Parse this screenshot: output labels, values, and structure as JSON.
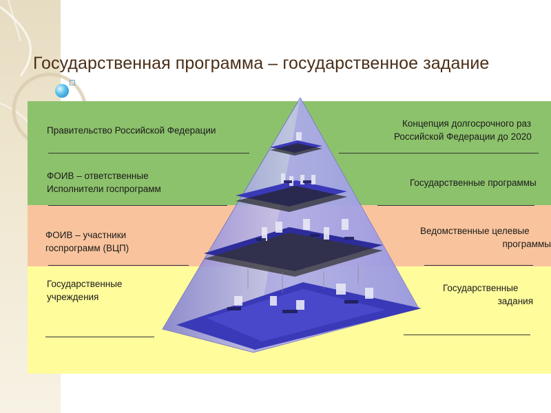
{
  "slide": {
    "title": "Государственная программа – государственное задание"
  },
  "left_labels": [
    {
      "line1": "Правительство Российской Федерации",
      "line2": ""
    },
    {
      "line1": "ФОИВ – ответственные",
      "line2": "Исполнители госпрограмм"
    },
    {
      "line1": "ФОИВ – участники",
      "line2": "госпрограмм (ВЦП)"
    },
    {
      "line1": "Государственные",
      "line2": "учреждения"
    }
  ],
  "right_labels": [
    {
      "line1": "Концепция долгосрочного раз",
      "line2": "Российской Федерации до 2020"
    },
    {
      "line1": "Государственные программы",
      "line2": ""
    },
    {
      "line1": "Ведомственные целевые",
      "line2": "программы"
    },
    {
      "line1": "Государственные",
      "line2": "задания"
    }
  ],
  "colors": {
    "green_band": "#8dc26c",
    "peach_band": "#f9c49d",
    "yellow_band": "#fffc9c",
    "pyramid": "#8f8ee0",
    "floor": "#3a39b8",
    "title": "#4a2e17"
  },
  "icons": [
    "globe-bullet-icon",
    "office-pyramid-illustration"
  ]
}
